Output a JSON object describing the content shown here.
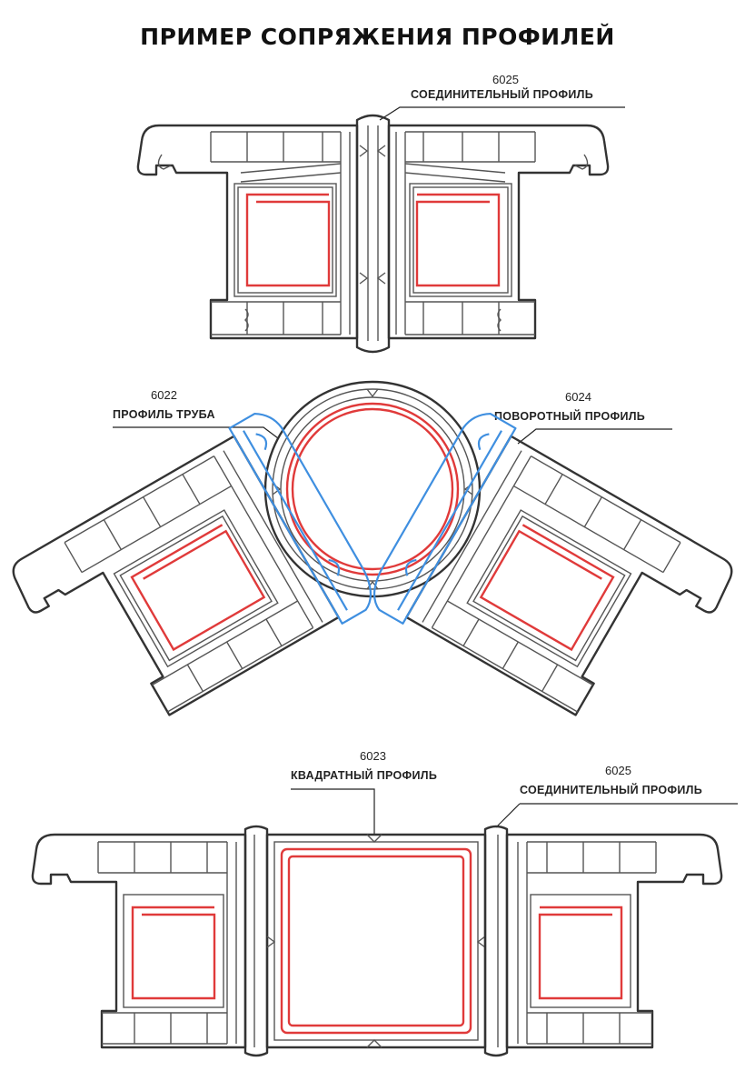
{
  "title": "ПРИМЕР СОПРЯЖЕНИЯ ПРОФИЛЕЙ",
  "callouts": {
    "top_connector": {
      "code": "6025",
      "name": "СОЕДИНИТЕЛЬНЫЙ ПРОФИЛЬ"
    },
    "pipe": {
      "code": "6022",
      "name": "ПРОФИЛЬ ТРУБА"
    },
    "rotary": {
      "code": "6024",
      "name": "ПОВОРОТНЫЙ ПРОФИЛЬ"
    },
    "square": {
      "code": "6023",
      "name": "КВАДРАТНЫЙ ПРОФИЛЬ"
    },
    "bottom_connector": {
      "code": "6025",
      "name": "СОЕДИНИТЕЛЬНЫЙ ПРОФИЛЬ"
    }
  },
  "colors": {
    "outline": "#333333",
    "reinforcement": "#e03a3a",
    "rotary_profile": "#3f8fe0"
  }
}
